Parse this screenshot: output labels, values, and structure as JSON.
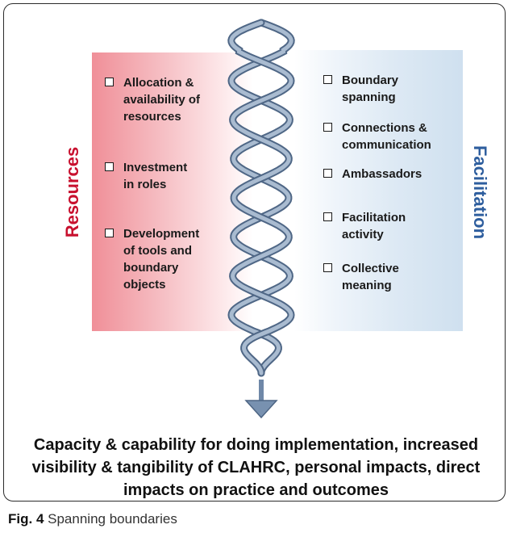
{
  "left_panel": {
    "label": "Resources",
    "items": [
      {
        "lines": [
          "Allocation &",
          "availability of",
          "resources"
        ]
      },
      {
        "lines": [
          "Investment",
          "in roles"
        ]
      },
      {
        "lines": [
          "Development",
          "of tools and",
          "boundary",
          "objects"
        ]
      }
    ]
  },
  "right_panel": {
    "label": "Facilitation",
    "items": [
      {
        "lines": [
          "Boundary",
          "spanning"
        ]
      },
      {
        "lines": [
          "Connections &",
          "communication"
        ]
      },
      {
        "lines": [
          "Ambassadors"
        ]
      },
      {
        "lines": [
          "Facilitation",
          "activity"
        ]
      },
      {
        "lines": [
          "Collective",
          "meaning"
        ]
      }
    ]
  },
  "outcome_text": [
    "Capacity & capability for doing implementation, increased",
    "visibility & tangibility of CLAHRC, personal impacts, direct",
    "impacts on practice and outcomes"
  ],
  "caption": {
    "fig_label": "Fig. 4",
    "text": "Spanning boundaries"
  },
  "colors": {
    "resources_red": "#c8102e",
    "facilitation_blue": "#2e5e9e",
    "helix": "#7f97b4"
  }
}
